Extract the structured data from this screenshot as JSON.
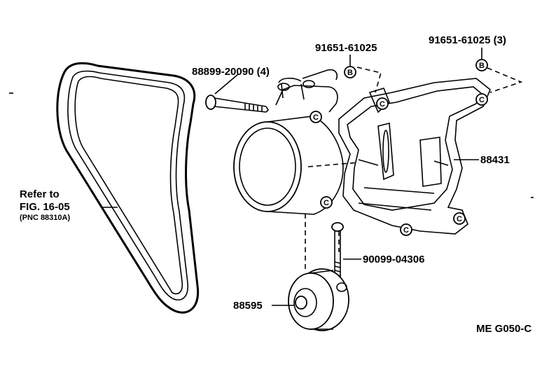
{
  "labels": {
    "part_88899": "88899-20090 (4)",
    "part_91651_a": "91651-61025",
    "part_91651_b": "91651-61025 (3)",
    "part_88431": "88431",
    "part_90099": "90099-04306",
    "part_88595": "88595",
    "refer_line1": "Refer to",
    "refer_line2": "FIG. 16-05",
    "refer_line3": "(PNC 88310A)",
    "diagram_code": "ME  G050-C"
  },
  "callouts": {
    "marker_b": "B",
    "marker_c": "C"
  }
}
